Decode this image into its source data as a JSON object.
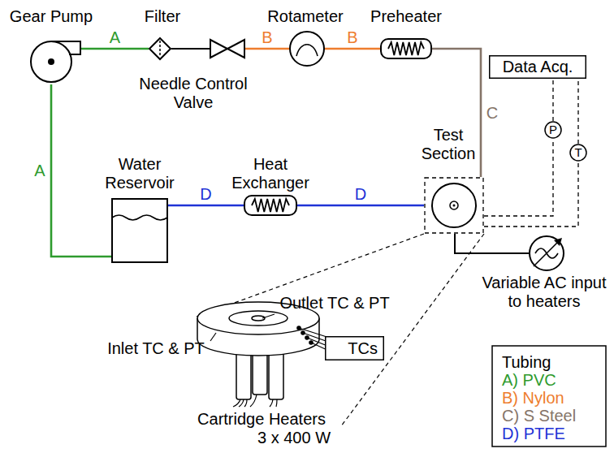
{
  "diagram": {
    "nodes": [
      {
        "text": [
          "Gear Pump"
        ]
      },
      {
        "text": [
          "Filter"
        ]
      },
      {
        "text": [
          "Needle Control Valve"
        ]
      },
      {
        "text": [
          "Rotameter"
        ]
      },
      {
        "text": [
          "Preheater"
        ]
      },
      {
        "text": [
          "Data Acq."
        ]
      },
      {
        "text": [
          "P"
        ]
      },
      {
        "text": [
          "T"
        ]
      },
      {
        "text": [
          "Test Section"
        ]
      },
      {
        "text": [
          "Water Reservoir"
        ]
      },
      {
        "text": [
          "Heat Exchanger"
        ]
      },
      {
        "text": [
          "TCs"
        ]
      },
      {
        "text": [
          "Variable AC input to heaters"
        ]
      }
    ],
    "edges": [
      {
        "from": 0,
        "to": 1,
        "label": "A",
        "arrow": "none"
      },
      {
        "from": 1,
        "to": 2,
        "arrow": "none"
      },
      {
        "from": 2,
        "to": 3,
        "label": "B",
        "arrow": "none"
      },
      {
        "from": 3,
        "to": 4,
        "label": "B",
        "arrow": "none"
      },
      {
        "from": 4,
        "to": 8,
        "label": "C",
        "arrow": "none"
      },
      {
        "from": 8,
        "to": 10,
        "label": "D",
        "arrow": "none"
      },
      {
        "from": 10,
        "to": 9,
        "label": "D",
        "arrow": "none"
      },
      {
        "from": 9,
        "to": 0,
        "label": "A",
        "arrow": "none"
      },
      {
        "from": 8,
        "to": 6,
        "arrow": "none"
      },
      {
        "from": 8,
        "to": 7,
        "arrow": "none"
      },
      {
        "from": 6,
        "to": 5,
        "arrow": "none"
      },
      {
        "from": 7,
        "to": 5,
        "arrow": "none"
      },
      {
        "from": 8,
        "to": 12,
        "arrow": "none"
      }
    ],
    "labels": [
      "Outlet TC & PT",
      "Inlet TC & PT",
      "Cartridge Heaters",
      "3 x 400 W",
      "Tubing"
    ],
    "legend": [
      {
        "text": "A) PVC",
        "color": "#2e9b2e"
      },
      {
        "text": "B) Nylon",
        "color": "#ee7d2e"
      },
      {
        "text": "C) S Steel",
        "color": "#857468"
      },
      {
        "text": "D) PTFE",
        "color": "#1f33d6"
      }
    ]
  }
}
